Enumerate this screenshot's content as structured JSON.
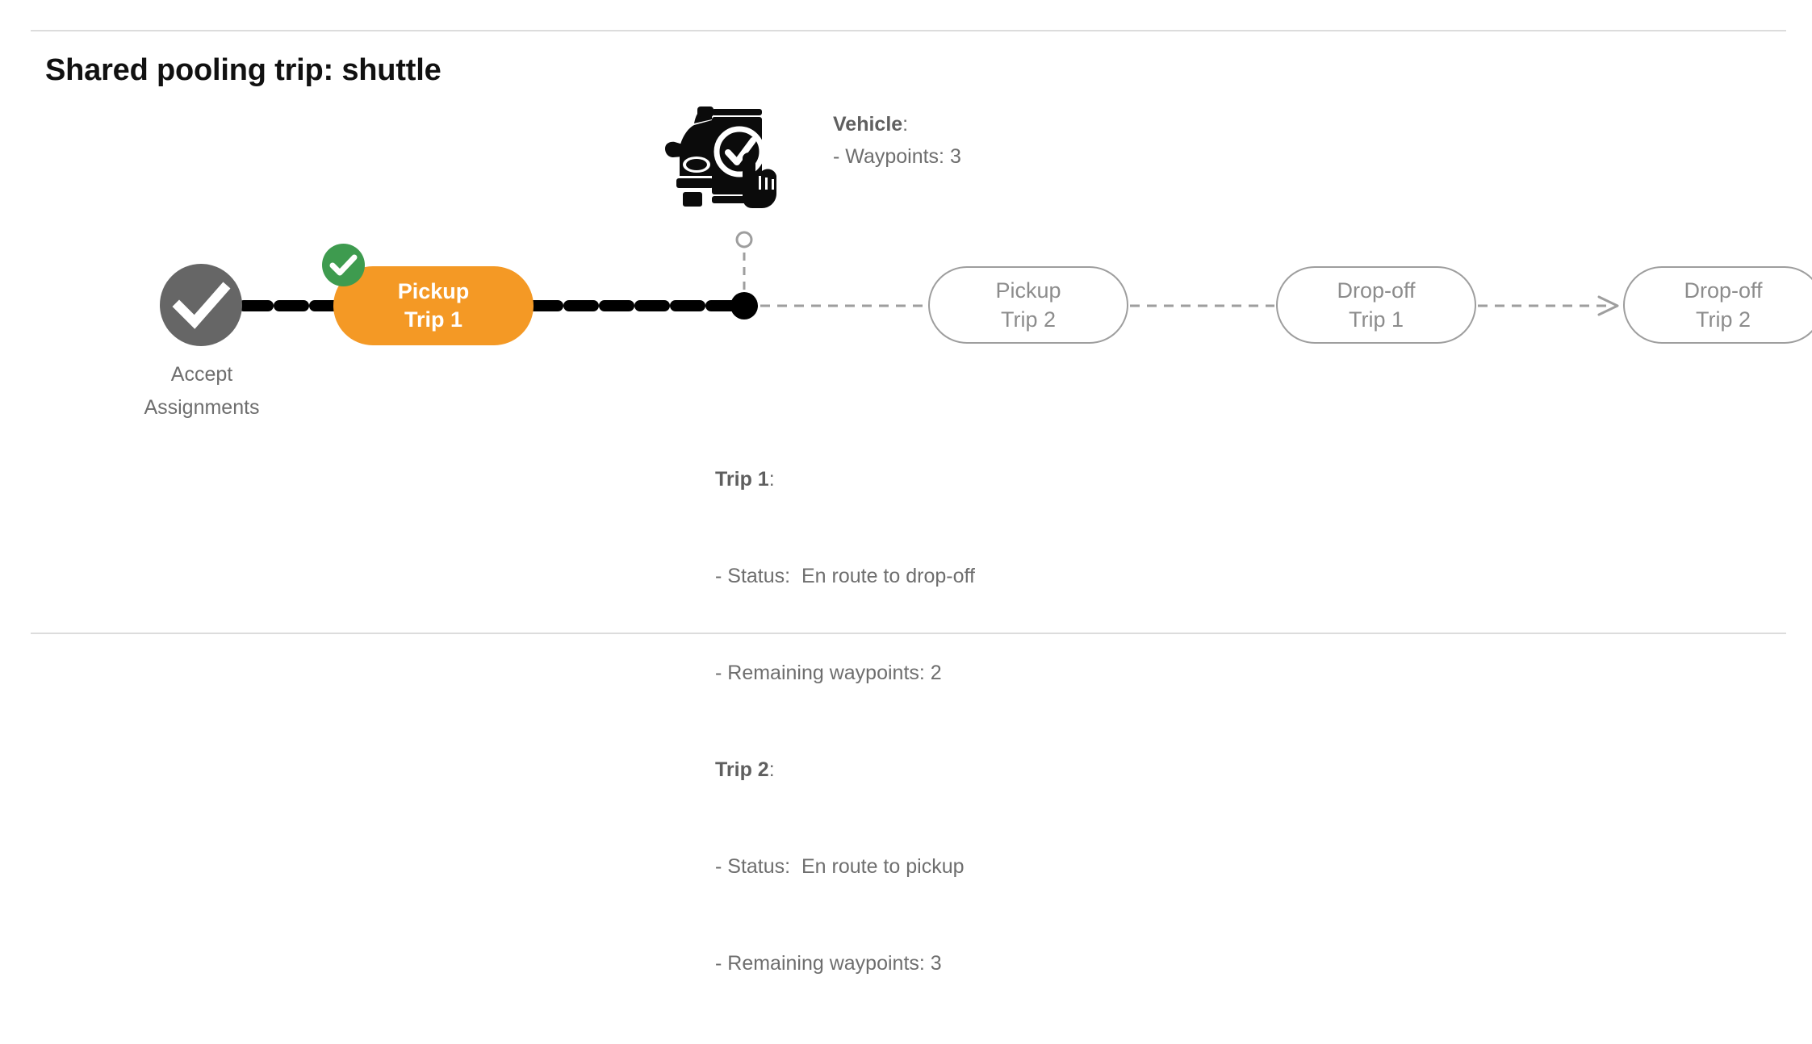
{
  "page": {
    "title": "Shared pooling trip: shuttle",
    "background": "#ffffff"
  },
  "colors": {
    "active_pill": "#F49925",
    "check_badge_green": "#3E9B4F",
    "completed_node_gray": "#666666",
    "pending_outline": "#9e9e9e",
    "pending_text": "#8c8c8c",
    "body_text": "#6e6e6e",
    "divider": "#dcdcdc",
    "active_connector": "#000000",
    "pending_connector": "#9e9e9e"
  },
  "timeline": {
    "accept_node": {
      "icon": "check-circle-icon",
      "label_line1": "Accept",
      "label_line2": "Assignments",
      "state": "completed"
    },
    "nodes": [
      {
        "id": "pickup-trip-1",
        "line1": "Pickup",
        "line2": "Trip 1",
        "state": "active",
        "badge_icon": "check-badge-icon"
      },
      {
        "id": "pickup-trip-2",
        "line1": "Pickup",
        "line2": "Trip 2",
        "state": "pending"
      },
      {
        "id": "dropoff-trip-1",
        "line1": "Drop-off",
        "line2": "Trip 1",
        "state": "pending"
      },
      {
        "id": "dropoff-trip-2",
        "line1": "Drop-off",
        "line2": "Trip 2",
        "state": "pending"
      }
    ],
    "vehicle_marker": {
      "icon": "car-phone-check-icon",
      "position_dot": "current-position-dot"
    }
  },
  "vehicle_info": {
    "heading": "Vehicle",
    "heading_colon": ":",
    "waypoints_line": "- Waypoints: 3"
  },
  "trips_info": {
    "trip1": {
      "heading": "Trip 1",
      "heading_colon": ":",
      "status_line": "- Status:  En route to drop-off",
      "waypoints_line": "- Remaining waypoints: 2"
    },
    "trip2": {
      "heading": "Trip 2",
      "heading_colon": ":",
      "status_line": "- Status:  En route to pickup",
      "waypoints_line": "- Remaining waypoints: 3"
    }
  }
}
